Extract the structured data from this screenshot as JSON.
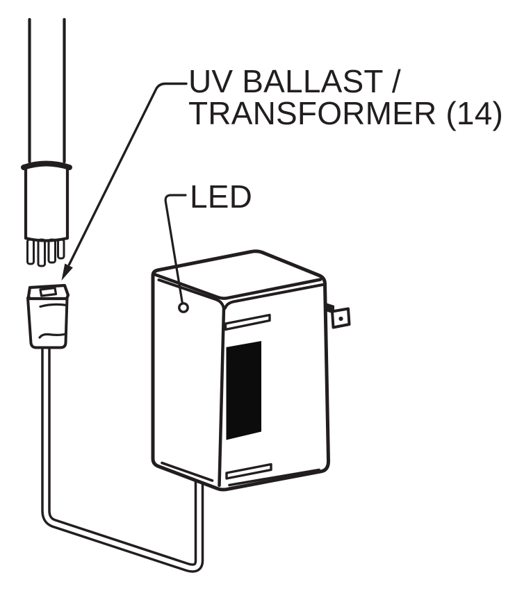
{
  "figure": {
    "type": "technical-line-diagram",
    "subject": "UV ballast / transformer assembly with UV lamp, lamp connector, power cord and LED indicator"
  },
  "colors": {
    "background": "#ffffff",
    "ink": "#221e1f",
    "plate_fill": "#0c0c0c"
  },
  "labels": {
    "ballast": {
      "line1": "UV BALLAST /",
      "line2": "TRANSFORMER (14)"
    },
    "led": {
      "text": "LED"
    }
  },
  "parts": [
    "uv-lamp-tube",
    "uv-lamp-base",
    "uv-lamp-pins",
    "lamp-connector",
    "power-cord",
    "uv-ballast-transformer-box",
    "led-indicator-hole",
    "vent-slot-top",
    "vent-slot-bottom",
    "rating-label-plate",
    "plug-blade"
  ]
}
